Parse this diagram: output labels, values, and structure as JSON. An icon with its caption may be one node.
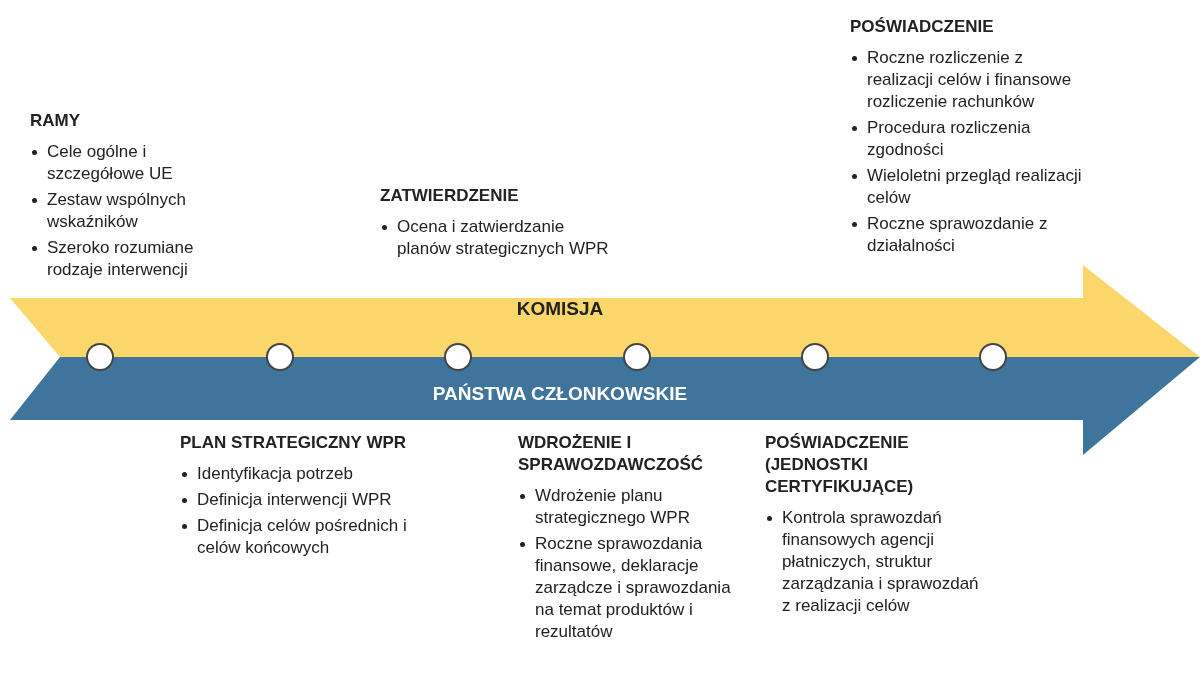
{
  "diagram": {
    "nodes": [
      {
        "text": [
          "KOMISJA"
        ]
      },
      {
        "text": [
          "PAŃSTWA CZŁONKOWSKIE"
        ]
      },
      {
        "text": [],
        "shape": "circle"
      },
      {
        "text": [],
        "shape": "circle"
      },
      {
        "text": [],
        "shape": "circle"
      },
      {
        "text": [],
        "shape": "circle"
      },
      {
        "text": [],
        "shape": "circle"
      },
      {
        "text": [],
        "shape": "circle"
      }
    ],
    "labels": [
      "RAMY",
      "Cele ogólne i szczegółowe UE",
      "Zestaw wspólnych wskaźników",
      "Szeroko rozumiane rodzaje interwencji",
      "ZATWIERDZENIE",
      "Ocena i zatwierdzanie planów strategicznych WPR",
      "POŚWIADCZENIE",
      "Roczne rozliczenie z realizacji celów i finansowe rozliczenie rachunków",
      "Procedura rozliczenia zgodności",
      "Wieloletni przegląd realizacji celów",
      "Roczne sprawozdanie z działalności",
      "PLAN STRATEGICZNY WPR",
      "Identyfikacja potrzeb",
      "Definicja interwencji WPR",
      "Definicja celów pośrednich i celów końcowych",
      "WDROŻENIE I SPRAWOZDAWCZOŚĆ",
      "Wdrożenie planu strategicznego WPR",
      "Roczne sprawozdania finansowe, deklaracje zarządcze i sprawozdania na temat produktów i rezultatów",
      "POŚWIADCZENIE (JEDNOSTKI CERTYFIKUJĄCE)",
      "Kontrola sprawozdań finansowych agencji płatniczych, struktur zarządzania i sprawozdań z realizacji celów"
    ]
  }
}
